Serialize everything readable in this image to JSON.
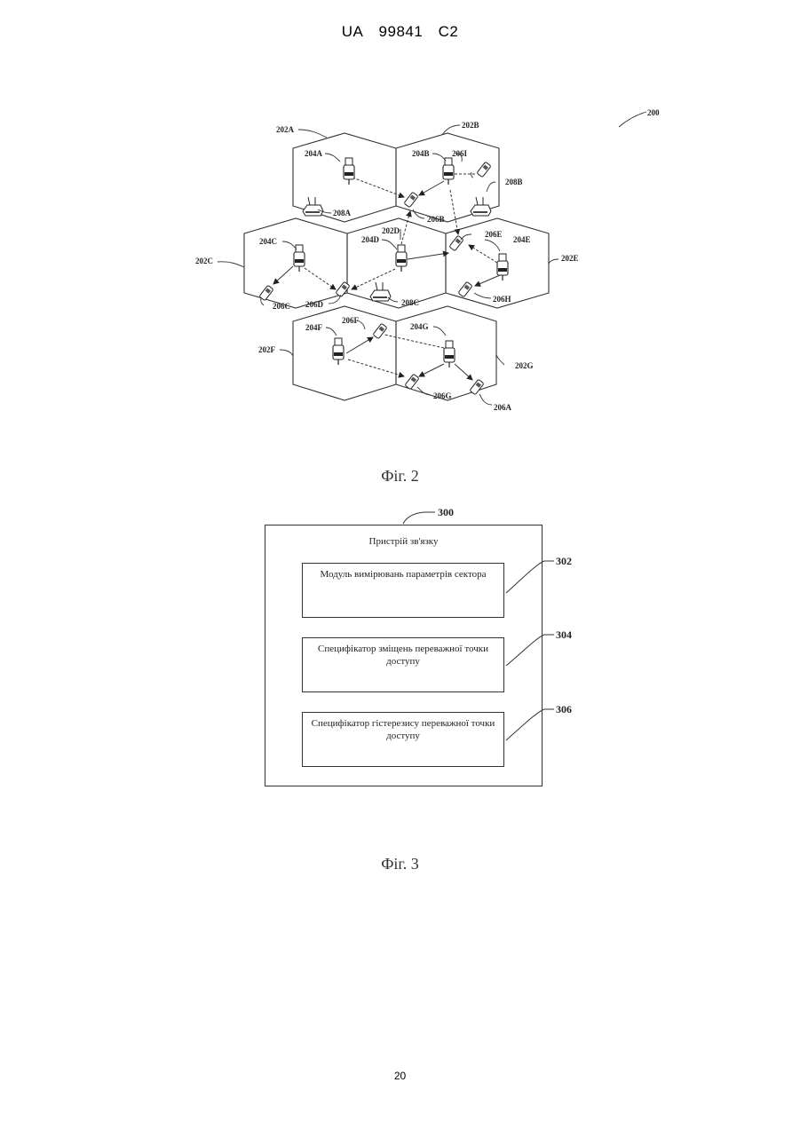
{
  "header": {
    "country": "UA",
    "number": "99841",
    "kind": "C2"
  },
  "fig2": {
    "caption": "Фіг. 2",
    "labels": {
      "system": "200",
      "cell_a": "202A",
      "cell_b": "202B",
      "cell_c": "202C",
      "cell_d": "202D",
      "cell_e": "202E",
      "cell_f": "202F",
      "cell_g": "202G",
      "ap_a": "204A",
      "ap_b": "204B",
      "ap_c": "204C",
      "ap_d": "204D",
      "ap_e": "204E",
      "ap_f": "204F",
      "ap_g": "204G",
      "term_a": "206A",
      "term_b": "206B",
      "term_c": "206C",
      "term_d": "206D",
      "term_e": "206E",
      "term_f": "206F",
      "term_g": "206G",
      "term_h": "206H",
      "term_i": "206I",
      "femto_a": "208A",
      "femto_b": "208B",
      "femto_c": "208C"
    }
  },
  "fig3": {
    "caption": "Фіг. 3",
    "device_ref": "300",
    "device_title": "Пристрій зв'язку",
    "modules": [
      {
        "ref": "302",
        "text": "Модуль вимірювань параметрів сектора"
      },
      {
        "ref": "304",
        "text": "Специфікатор зміщень переважної точки доступу"
      },
      {
        "ref": "306",
        "text": "Специфікатор гістерезису переважної точки доступу"
      }
    ]
  },
  "page_number": "20"
}
